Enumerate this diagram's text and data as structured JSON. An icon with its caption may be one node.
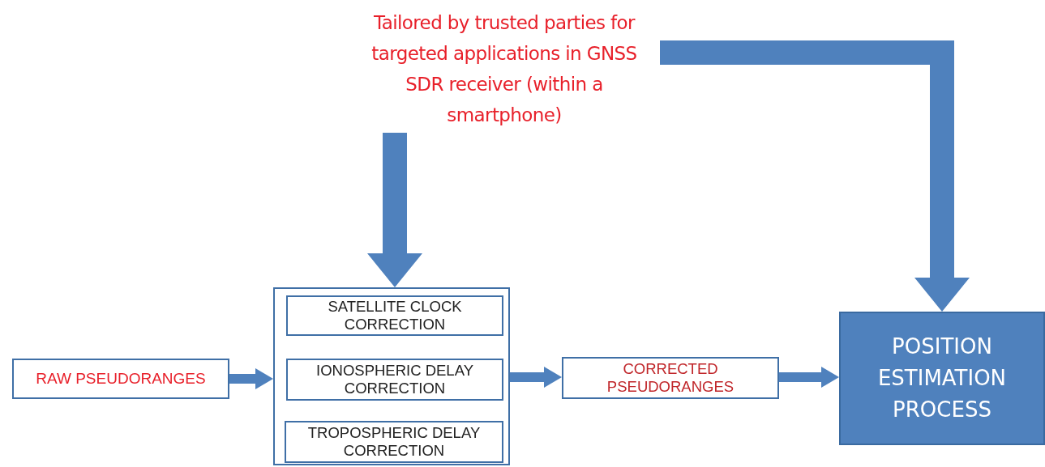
{
  "diagram": {
    "nodes": [
      {
        "text": [
          "RAW PSEUDORANGES"
        ]
      },
      {
        "text": [],
        "shape": "box"
      },
      {
        "text": [
          "SATELLITE CLOCK CORRECTION"
        ],
        "in": 1
      },
      {
        "text": [
          "IONOSPHERIC DELAY CORRECTION"
        ],
        "in": 1
      },
      {
        "text": [
          "TROPOSPHERIC DELAY CORRECTION"
        ],
        "in": 1
      },
      {
        "text": [
          "CORRECTED PSEUDORANGES"
        ]
      },
      {
        "text": [
          "POSITION ESTIMATION PROCESS"
        ]
      },
      {
        "text": [
          "Tailored by trusted parties for targeted applications in GNSS SDR receiver (within a smartphone)"
        ]
      }
    ],
    "edges": [
      {
        "from": 0,
        "to": 1,
        "arrow": "to"
      },
      {
        "from": 1,
        "to": 5,
        "arrow": "to"
      },
      {
        "from": 5,
        "to": 6,
        "arrow": "to"
      },
      {
        "from": 7,
        "to": 1,
        "arrow": "to",
        "style": "thick"
      },
      {
        "from": 7,
        "to": 6,
        "arrow": "to",
        "style": "thick"
      }
    ]
  }
}
